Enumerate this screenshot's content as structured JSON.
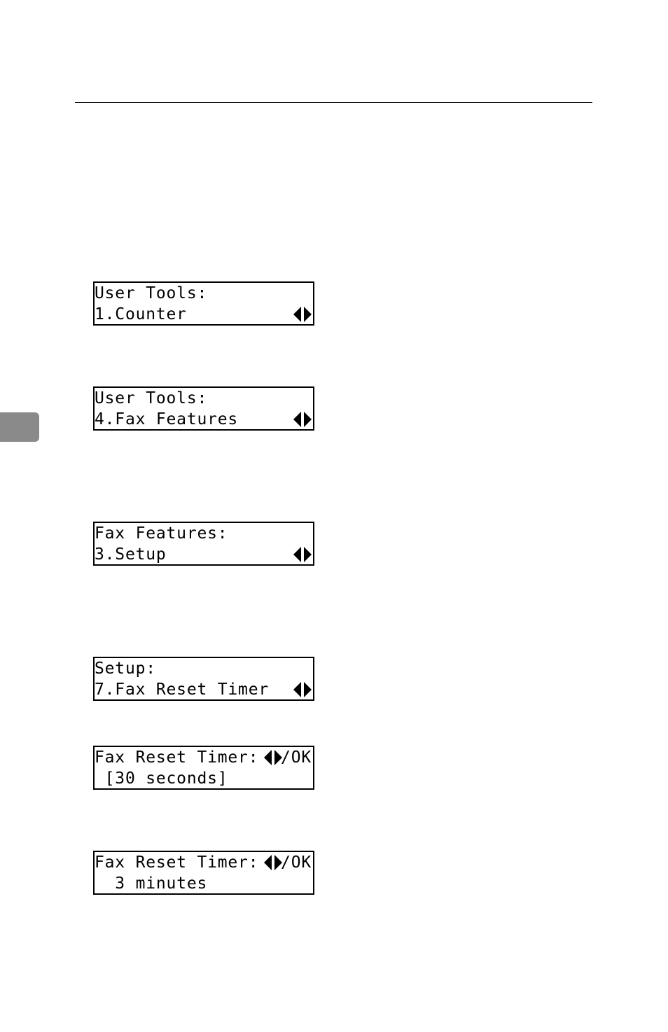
{
  "screens": [
    {
      "line1": "User Tools:",
      "line2": "1.Counter",
      "icon": "left-right-arrows-icon"
    },
    {
      "line1": "User Tools:",
      "line2": "4.Fax Features",
      "icon": "left-right-arrows-icon"
    },
    {
      "line1": "Fax Features:",
      "line2": "3.Setup",
      "icon": "left-right-arrows-icon"
    },
    {
      "line1": "Setup:",
      "line2": "7.Fax Reset Timer",
      "icon": "left-right-arrows-icon"
    },
    {
      "line1": "Fax Reset Timer:",
      "ok_label": "/OK",
      "line2": " [30 seconds]",
      "icon": "left-right-arrows-icon"
    },
    {
      "line1": "Fax Reset Timer:",
      "ok_label": "/OK",
      "line2": "  3 minutes",
      "icon": "left-right-arrows-icon"
    }
  ]
}
